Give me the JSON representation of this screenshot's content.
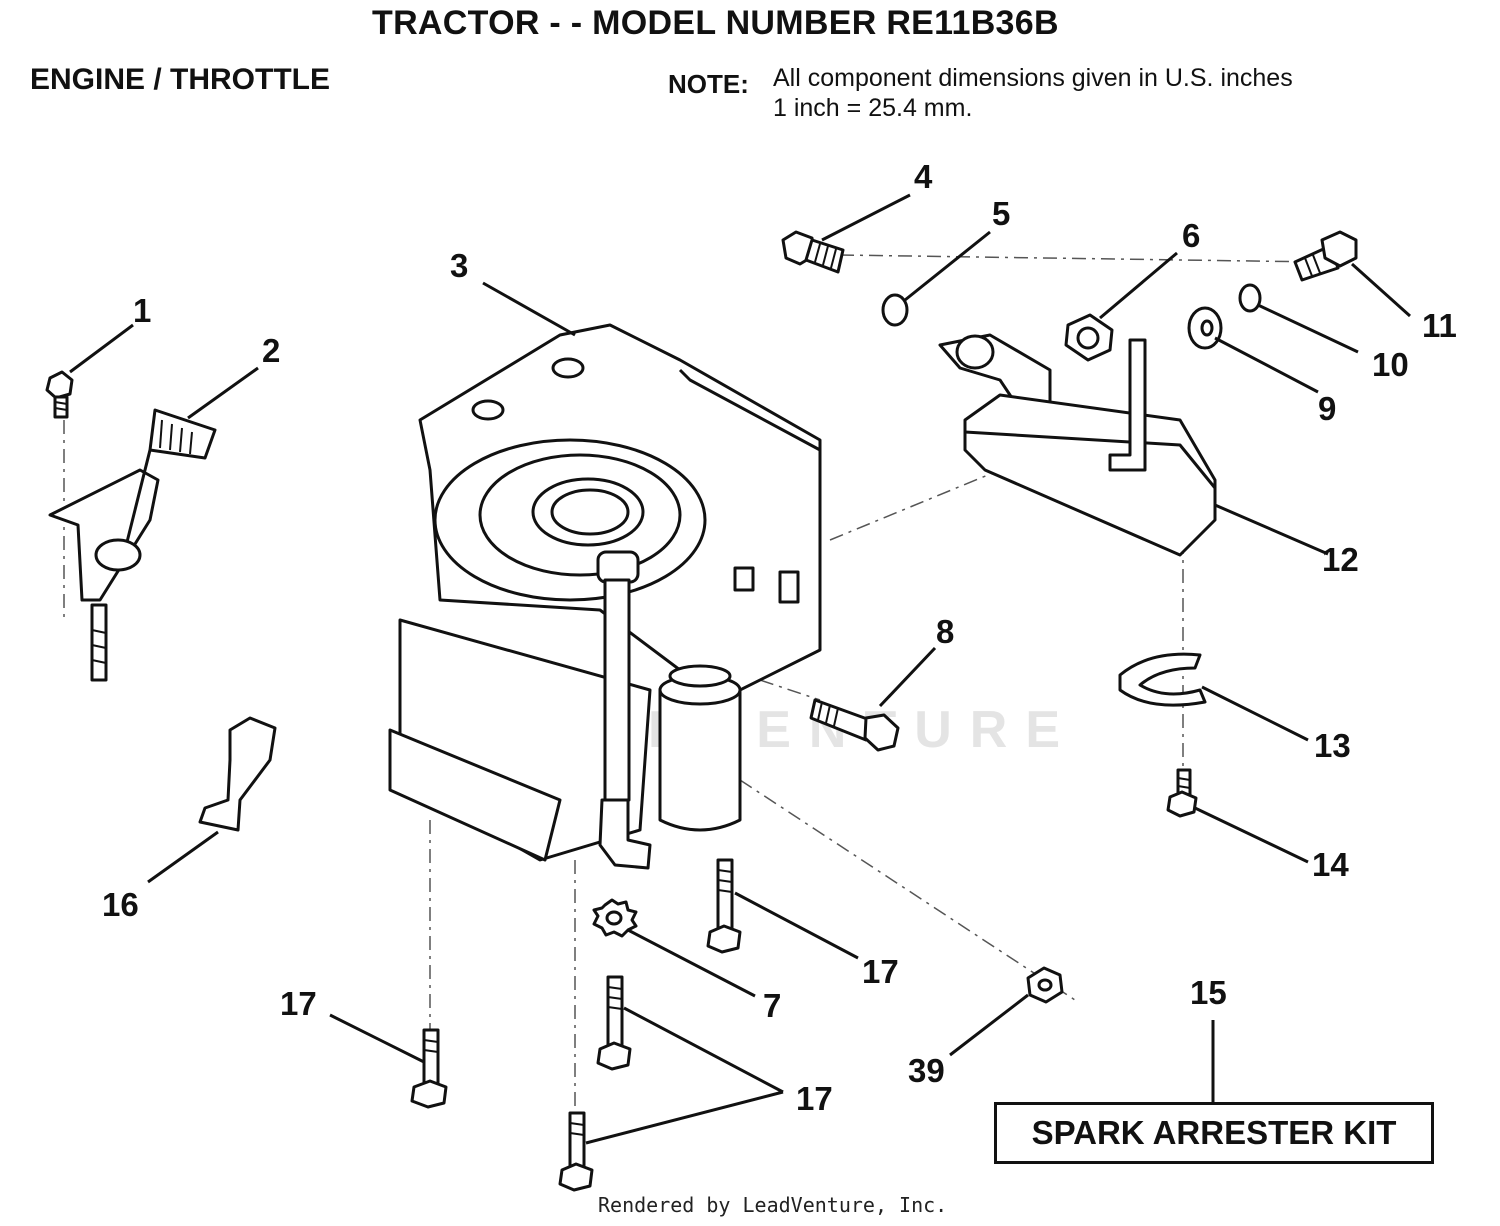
{
  "header": {
    "title": "TRACTOR - - MODEL NUMBER RE11B36B",
    "section": "ENGINE / THROTTLE",
    "note_label": "NOTE:",
    "note_line1": "All component dimensions given in U.S. inches",
    "note_line2": "1 inch = 25.4 mm."
  },
  "callouts": [
    "1",
    "2",
    "3",
    "4",
    "5",
    "6",
    "7",
    "8",
    "9",
    "10",
    "11",
    "12",
    "13",
    "14",
    "15",
    "16",
    "17",
    "17",
    "17",
    "17",
    "39"
  ],
  "kit_label": "SPARK ARRESTER KIT",
  "watermark": "LEADVENTURE",
  "footer": "Rendered by LeadVenture, Inc.",
  "icons": [
    "engine-icon",
    "muffler-icon",
    "throttle-control-icon",
    "bolt-icon",
    "washer-icon",
    "gasket-icon",
    "nut-icon",
    "bracket-icon",
    "spark-arrester-screen-icon",
    "oil-filter-icon",
    "dipstick-icon"
  ]
}
